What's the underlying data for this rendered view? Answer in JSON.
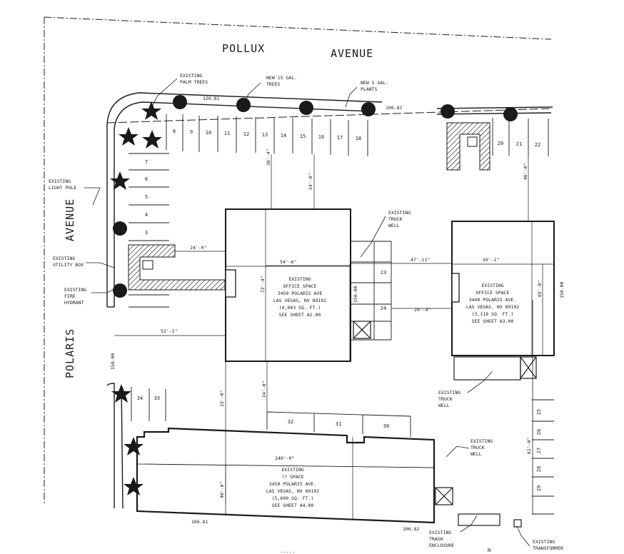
{
  "streets": {
    "top": [
      "POLLUX",
      "AVENUE"
    ],
    "left": [
      "AVENUE",
      "POLARIS"
    ]
  },
  "callouts": {
    "existing_palm_trees": [
      "EXISTING",
      "PALM TREES"
    ],
    "new_trees": [
      "NEW 15 GAL.",
      "TREES"
    ],
    "new_plants": [
      "NEW 5 GAL.",
      "PLANTS"
    ],
    "existing_light_pole": [
      "EXISTING",
      "LIGHT POLE"
    ],
    "existing_utility_box": [
      "EXISTING",
      "UTILITY BOX"
    ],
    "existing_fire_hydrant": [
      "EXISTING",
      "FIRE",
      "HYDRANT"
    ],
    "existing_truck_well_1": [
      "EXISTING",
      "TRUCK",
      "WELL"
    ],
    "existing_truck_well_2": [
      "EXISTING",
      "TRUCK",
      "WELL"
    ],
    "existing_truck_well_3": [
      "EXISTING",
      "TRUCK",
      "WELL"
    ],
    "existing_trash_enclosure": [
      "EXISTING",
      "TRASH",
      "ENCLOSURE"
    ],
    "existing_transformer": [
      "EXISTING",
      "TRANSFORMER"
    ]
  },
  "buildings": {
    "a": {
      "lines": [
        "EXISTING",
        "OFFICE SPACE",
        "3450 POLARIS AVE",
        "LAS VEGAS, NV 89102",
        "(4,043 SQ. FT.)",
        "SEE SHEET A2.00"
      ]
    },
    "b": {
      "lines": [
        "EXISTING",
        "OFFICE SPACE",
        "3440 POLARIS AVE.",
        "LAS VEGAS, NV 89102",
        "(3,118 SQ. FT.)",
        "SEE SHEET A3.00"
      ]
    },
    "c": {
      "lines": [
        "EXISTING",
        "?? SPACE",
        "3450 POLARIS AVE.",
        "LAS VEGAS, NV 89102",
        "(5,600 SQ. FT.)",
        "SEE SHEET A4.00"
      ]
    }
  },
  "dimensions": {
    "top_left_line": "120.81",
    "top_right_line": "106.82",
    "left_line": "150.00",
    "right_line": "150.00",
    "bottom_left_line": "106.81",
    "bottom_right_line": "106.82",
    "d_24a": "24'-0\"",
    "d_24b": "24'-0\"",
    "d_24c": "24'-0\"",
    "d_30_4": "30'-4\"",
    "d_54_6": "54'-6\"",
    "d_72_4": "72'-4\"",
    "d_150": "150.00",
    "d_47_11": "47'-11\"",
    "d_50_1": "50'-1\"",
    "d_29_4": "29'-4\"",
    "d_46_0": "46'-0\"",
    "d_65_0": "65'-0\"",
    "d_52_1": "52'-1\"",
    "d_33_0": "33'-0\"",
    "d_140_0": "140'-0\"",
    "d_40_0": "40'-0\"",
    "d_61_0": "61'-0\""
  },
  "stalls": {
    "top": [
      "8",
      "9",
      "10",
      "11",
      "12",
      "13",
      "14",
      "15",
      "16",
      "17",
      "18"
    ],
    "top_right": [
      "20",
      "21",
      "22"
    ],
    "left": [
      "7",
      "6",
      "5",
      "4",
      "3"
    ],
    "mid": [
      "23",
      "24"
    ],
    "left_lower": [
      "34",
      "35"
    ],
    "bottom_row": [
      "32",
      "31",
      "30"
    ],
    "right_lower": [
      "25",
      "26",
      "27",
      "28",
      "29"
    ]
  },
  "misc": {
    "north": "N",
    "dots": "....."
  }
}
